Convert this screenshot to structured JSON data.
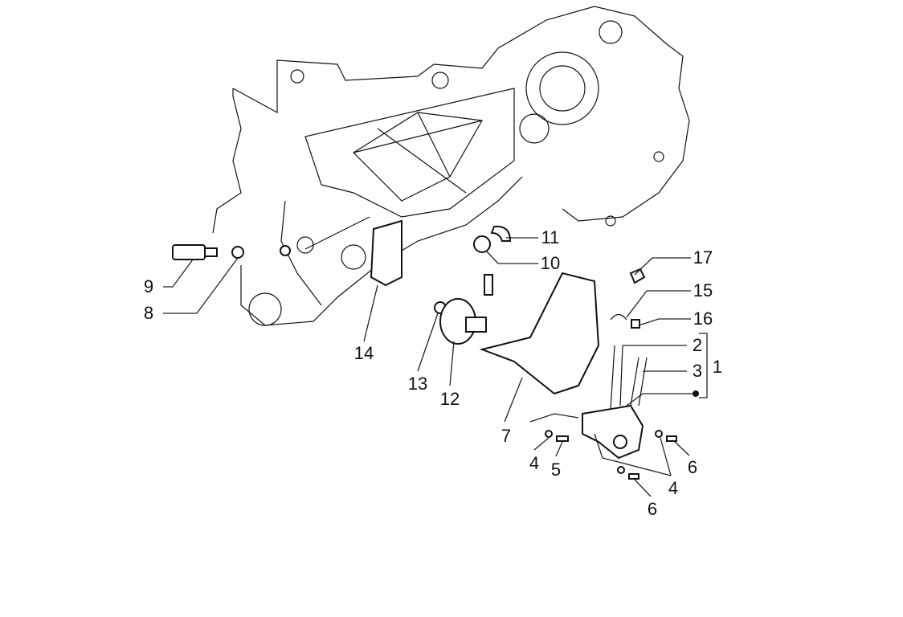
{
  "diagram": {
    "title": "",
    "callouts": [
      {
        "id": "c11",
        "label": "11"
      },
      {
        "id": "c10",
        "label": "10"
      },
      {
        "id": "c17",
        "label": "17"
      },
      {
        "id": "c15",
        "label": "15"
      },
      {
        "id": "c16",
        "label": "16"
      },
      {
        "id": "c2",
        "label": "2"
      },
      {
        "id": "c3",
        "label": "3"
      },
      {
        "id": "c1",
        "label": "1"
      },
      {
        "id": "c9",
        "label": "9"
      },
      {
        "id": "c8",
        "label": "8"
      },
      {
        "id": "c14",
        "label": "14"
      },
      {
        "id": "c13",
        "label": "13"
      },
      {
        "id": "c12",
        "label": "12"
      },
      {
        "id": "c7",
        "label": "7"
      },
      {
        "id": "c4a",
        "label": "4"
      },
      {
        "id": "c5",
        "label": "5"
      },
      {
        "id": "c6a",
        "label": "6"
      },
      {
        "id": "c4b",
        "label": "4"
      },
      {
        "id": "c6b",
        "label": "6"
      }
    ]
  }
}
